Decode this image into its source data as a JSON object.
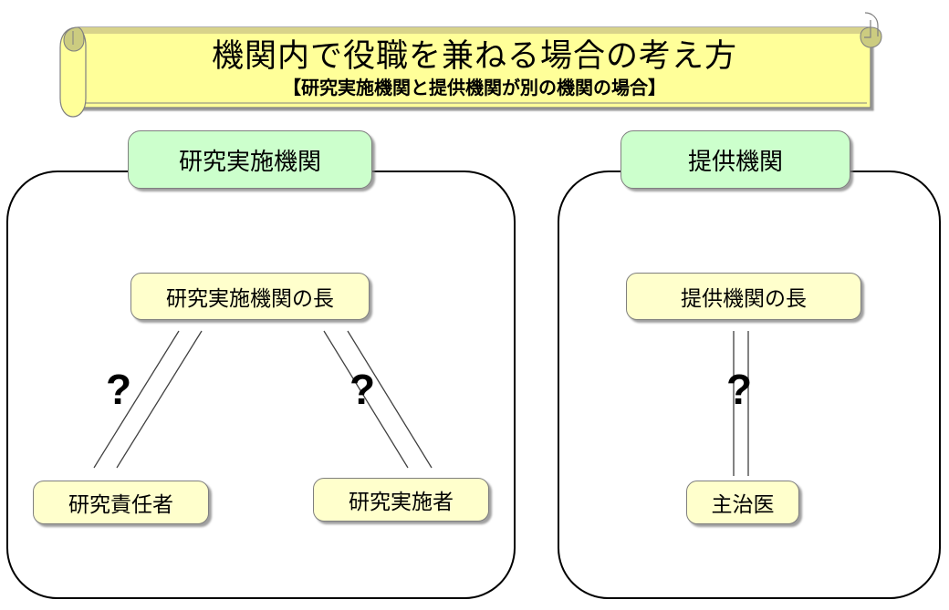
{
  "banner": {
    "name": "title-scroll-banner",
    "title": "機関内で役職を兼ねる場合の考え方",
    "subtitle": "【研究実施機関と提供機関が別の機関の場合】",
    "fill_color": "#FFFF99",
    "edge_color": "#CCCC66",
    "border_color": "#808080"
  },
  "colors": {
    "group_header_fill": "#CCFFCC",
    "node_fill": "#FFFFCC",
    "node_border": "#7F7F7F",
    "container_border": "#000000",
    "connector_line": "#404040",
    "text": "#000000"
  },
  "groups": [
    {
      "id": "research-institution",
      "header_label": "研究実施機関",
      "nodes": [
        {
          "id": "research-institution-head",
          "label": "研究実施機関の長",
          "role": "top"
        },
        {
          "id": "principal-investigator",
          "label": "研究責任者",
          "role": "bottom-left"
        },
        {
          "id": "research-practitioner",
          "label": "研究実施者",
          "role": "bottom-right"
        }
      ],
      "connectors": [
        {
          "id": "head-to-principal-investigator",
          "from": "research-institution-head",
          "to": "principal-investigator",
          "style": "double-line",
          "annotation": "?"
        },
        {
          "id": "head-to-research-practitioner",
          "from": "research-institution-head",
          "to": "research-practitioner",
          "style": "double-line",
          "annotation": "?"
        }
      ]
    },
    {
      "id": "providing-institution",
      "header_label": "提供機関",
      "nodes": [
        {
          "id": "providing-institution-head",
          "label": "提供機関の長",
          "role": "top"
        },
        {
          "id": "attending-physician",
          "label": "主治医",
          "role": "bottom"
        }
      ],
      "connectors": [
        {
          "id": "head-to-attending-physician",
          "from": "providing-institution-head",
          "to": "attending-physician",
          "style": "double-line",
          "annotation": "?"
        }
      ]
    }
  ],
  "annotations": {
    "question_mark": "?"
  }
}
